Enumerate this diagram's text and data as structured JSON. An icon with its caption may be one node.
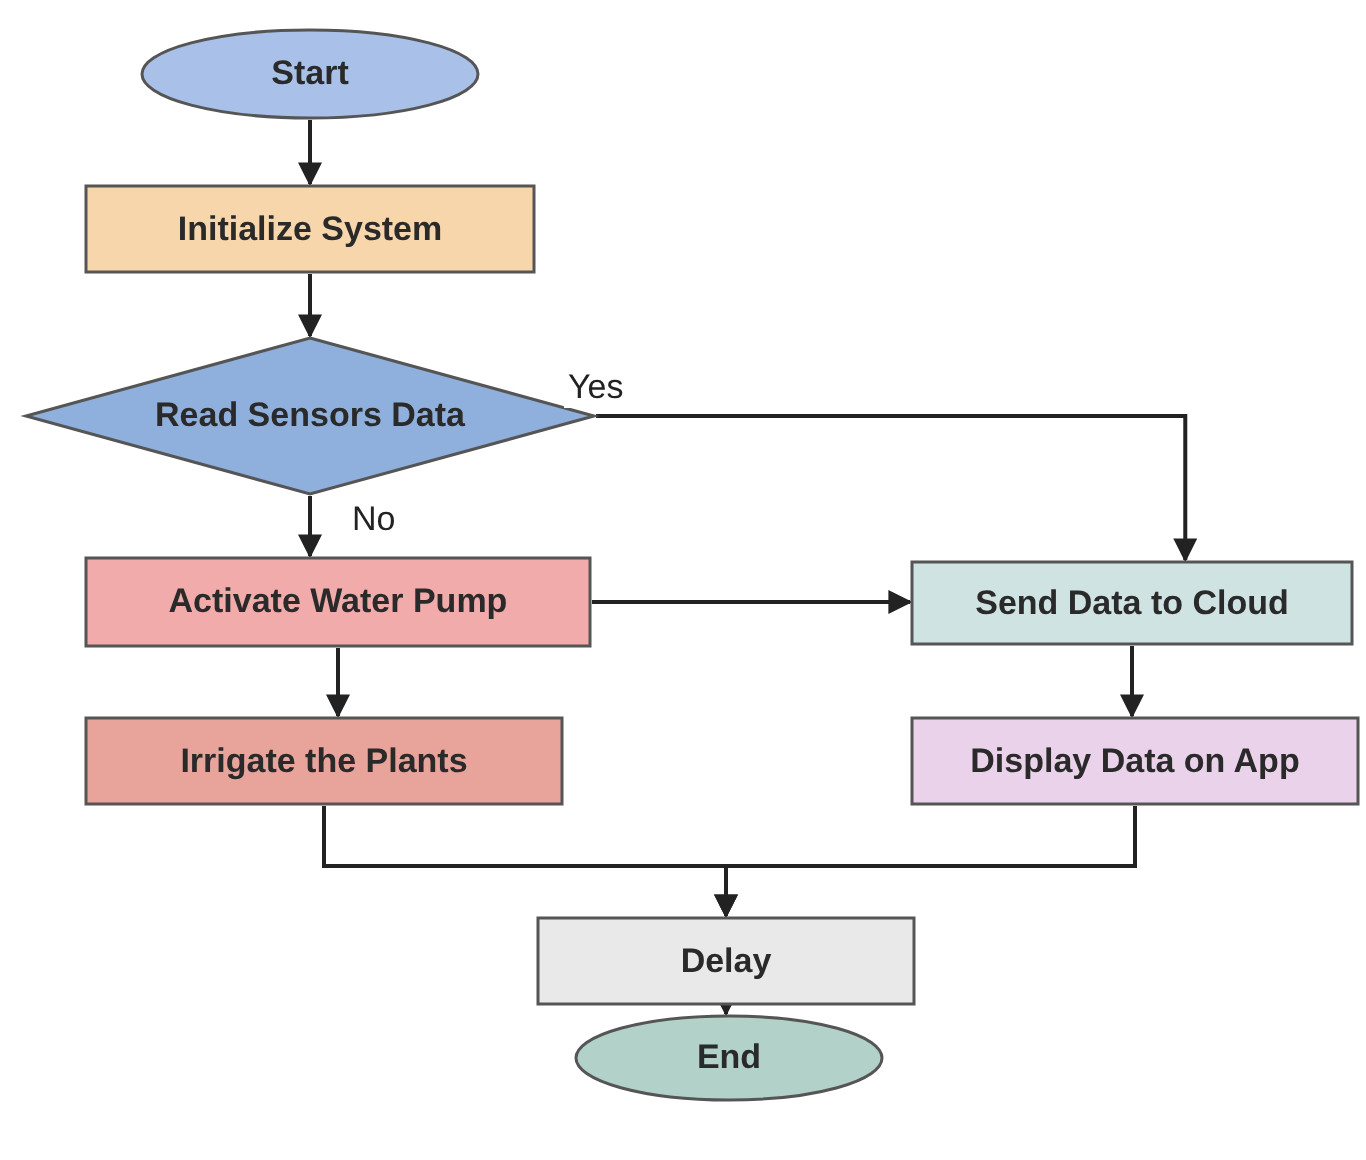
{
  "diagram": {
    "nodes": [
      {
        "text": [
          "Start"
        ]
      },
      {
        "text": [
          "Initialize System"
        ]
      },
      {
        "text": [
          "Read Sensors Data"
        ]
      },
      {
        "text": [
          "Activate Water Pump"
        ]
      },
      {
        "text": [
          "Irrigate the Plants"
        ]
      },
      {
        "text": [
          "Send Data to Cloud"
        ]
      },
      {
        "text": [
          "Display Data on App"
        ]
      },
      {
        "text": [
          "Delay"
        ]
      },
      {
        "text": [
          "End"
        ]
      }
    ],
    "edges": [
      {
        "from": 0,
        "to": 1,
        "arrow": "to"
      },
      {
        "from": 1,
        "to": 2,
        "arrow": "to"
      },
      {
        "from": 2,
        "to": 3,
        "arrow": "to",
        "label": "No"
      },
      {
        "from": 2,
        "to": 5,
        "arrow": "to",
        "label": "Yes"
      },
      {
        "from": 3,
        "to": 5,
        "arrow": "to"
      },
      {
        "from": 3,
        "to": 4,
        "arrow": "to"
      },
      {
        "from": 5,
        "to": 6,
        "arrow": "to"
      },
      {
        "from": 4,
        "to": 7,
        "arrow": "to"
      },
      {
        "from": 6,
        "to": 7,
        "arrow": "to"
      },
      {
        "from": 7,
        "to": 8,
        "arrow": "to"
      }
    ]
  }
}
